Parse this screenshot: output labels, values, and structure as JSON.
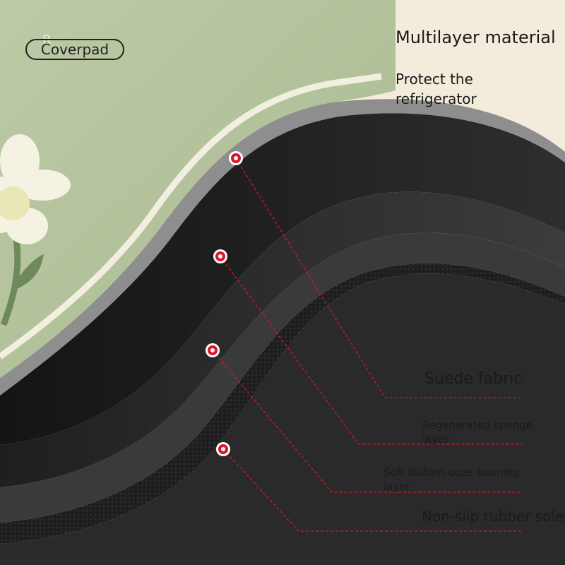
{
  "tag_label": "Coverpad",
  "heading": {
    "title": "Multilayer material",
    "subtitle": "Protect the refrigerator"
  },
  "layers": [
    {
      "label": "Suede fabric"
    },
    {
      "label": "Regenerated sponge layer"
    },
    {
      "label": "Soft diatom ooze foaming layer"
    },
    {
      "label": "Non-slip rubber sole"
    }
  ],
  "colors": {
    "background": "#f3ebdc",
    "mat_green": "#b7c6a0",
    "mat_black": "#1c1c1c",
    "marker_red": "#d9162b",
    "flower": "#f5f2e3",
    "stem": "#6f8a5a"
  }
}
